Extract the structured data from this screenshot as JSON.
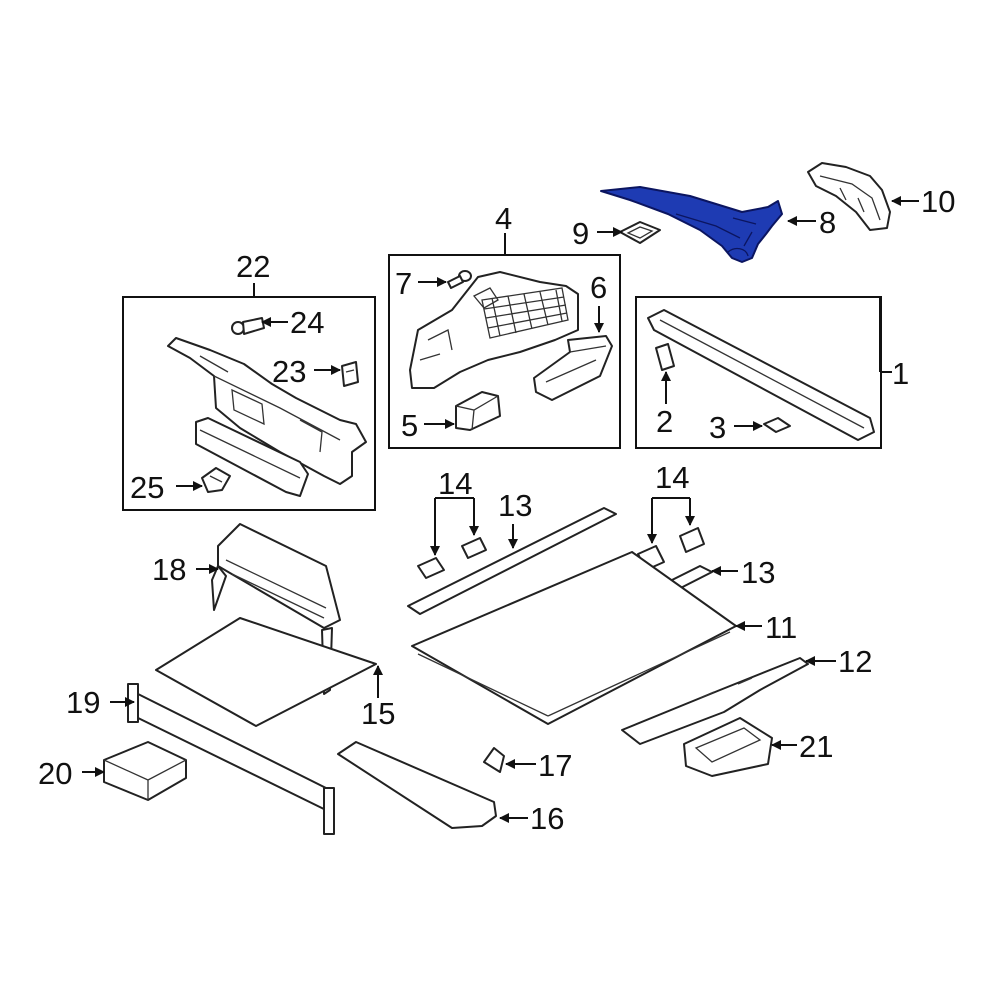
{
  "diagram": {
    "highlight_color": "#1e3bb3",
    "line_color": "#111111",
    "callouts": {
      "c1": "1",
      "c2": "2",
      "c3": "3",
      "c4": "4",
      "c5": "5",
      "c6": "6",
      "c7": "7",
      "c8": "8",
      "c9": "9",
      "c10": "10",
      "c11": "11",
      "c12": "12",
      "c13a": "13",
      "c13b": "13",
      "c14a": "14",
      "c14b": "14",
      "c15": "15",
      "c16": "16",
      "c17": "17",
      "c18": "18",
      "c19": "19",
      "c20": "20",
      "c21": "21",
      "c22": "22",
      "c23": "23",
      "c24": "24",
      "c25": "25"
    }
  }
}
